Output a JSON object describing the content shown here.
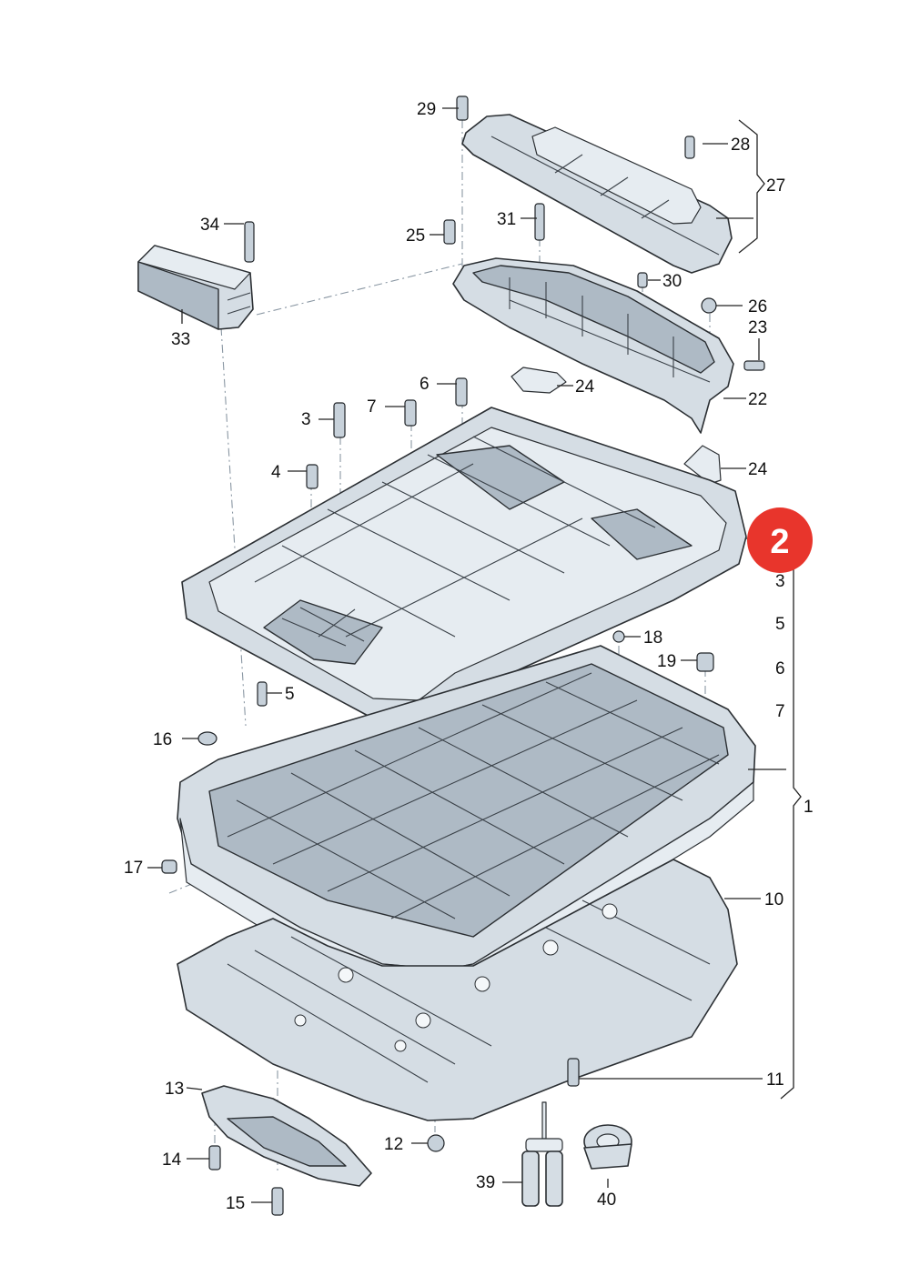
{
  "badge": {
    "text": "2",
    "color": "#e8352c"
  },
  "colors": {
    "part_fill": "#d5dde4",
    "outline": "#2b2f33"
  },
  "labels": {
    "l29": "29",
    "l28": "28",
    "l27": "27",
    "l34": "34",
    "l31": "31",
    "l25": "25",
    "l30": "30",
    "l26": "26",
    "l23": "23",
    "l33": "33",
    "l6": "6",
    "l24a": "24",
    "l22": "22",
    "l3": "3",
    "l7": "7",
    "l24b": "24",
    "l4": "4",
    "r3": "3",
    "r5": "5",
    "r6": "6",
    "r7": "7",
    "l18": "18",
    "l19": "19",
    "l5": "5",
    "l16": "16",
    "l1": "1",
    "l17": "17",
    "l10": "10",
    "l13": "13",
    "l11": "11",
    "l14": "14",
    "l12": "12",
    "l15": "15",
    "l39": "39",
    "l40": "40"
  }
}
